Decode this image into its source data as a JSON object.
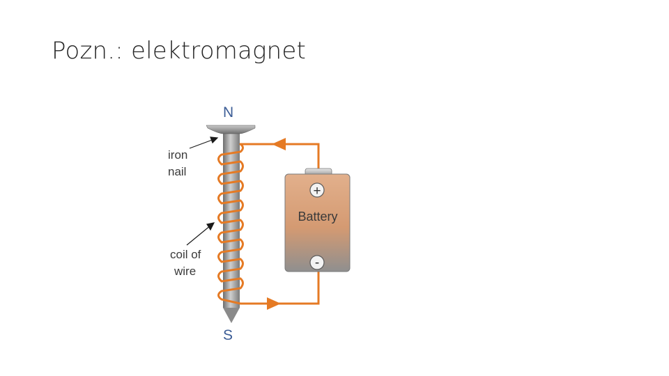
{
  "slide": {
    "title": "Pozn.: elektromagnet"
  },
  "diagram": {
    "pole_north": "N",
    "pole_south": "S",
    "label_nail_line1": "iron",
    "label_nail_line2": "nail",
    "label_coil_line1": "coil of",
    "label_coil_line2": "wire",
    "battery_label": "Battery",
    "terminal_positive": "+",
    "terminal_negative": "-",
    "colors": {
      "wire": "#e57a24",
      "nail": "#8e8e8e",
      "battery": "#d9a27b",
      "pole_text": "#3c5d96"
    }
  }
}
